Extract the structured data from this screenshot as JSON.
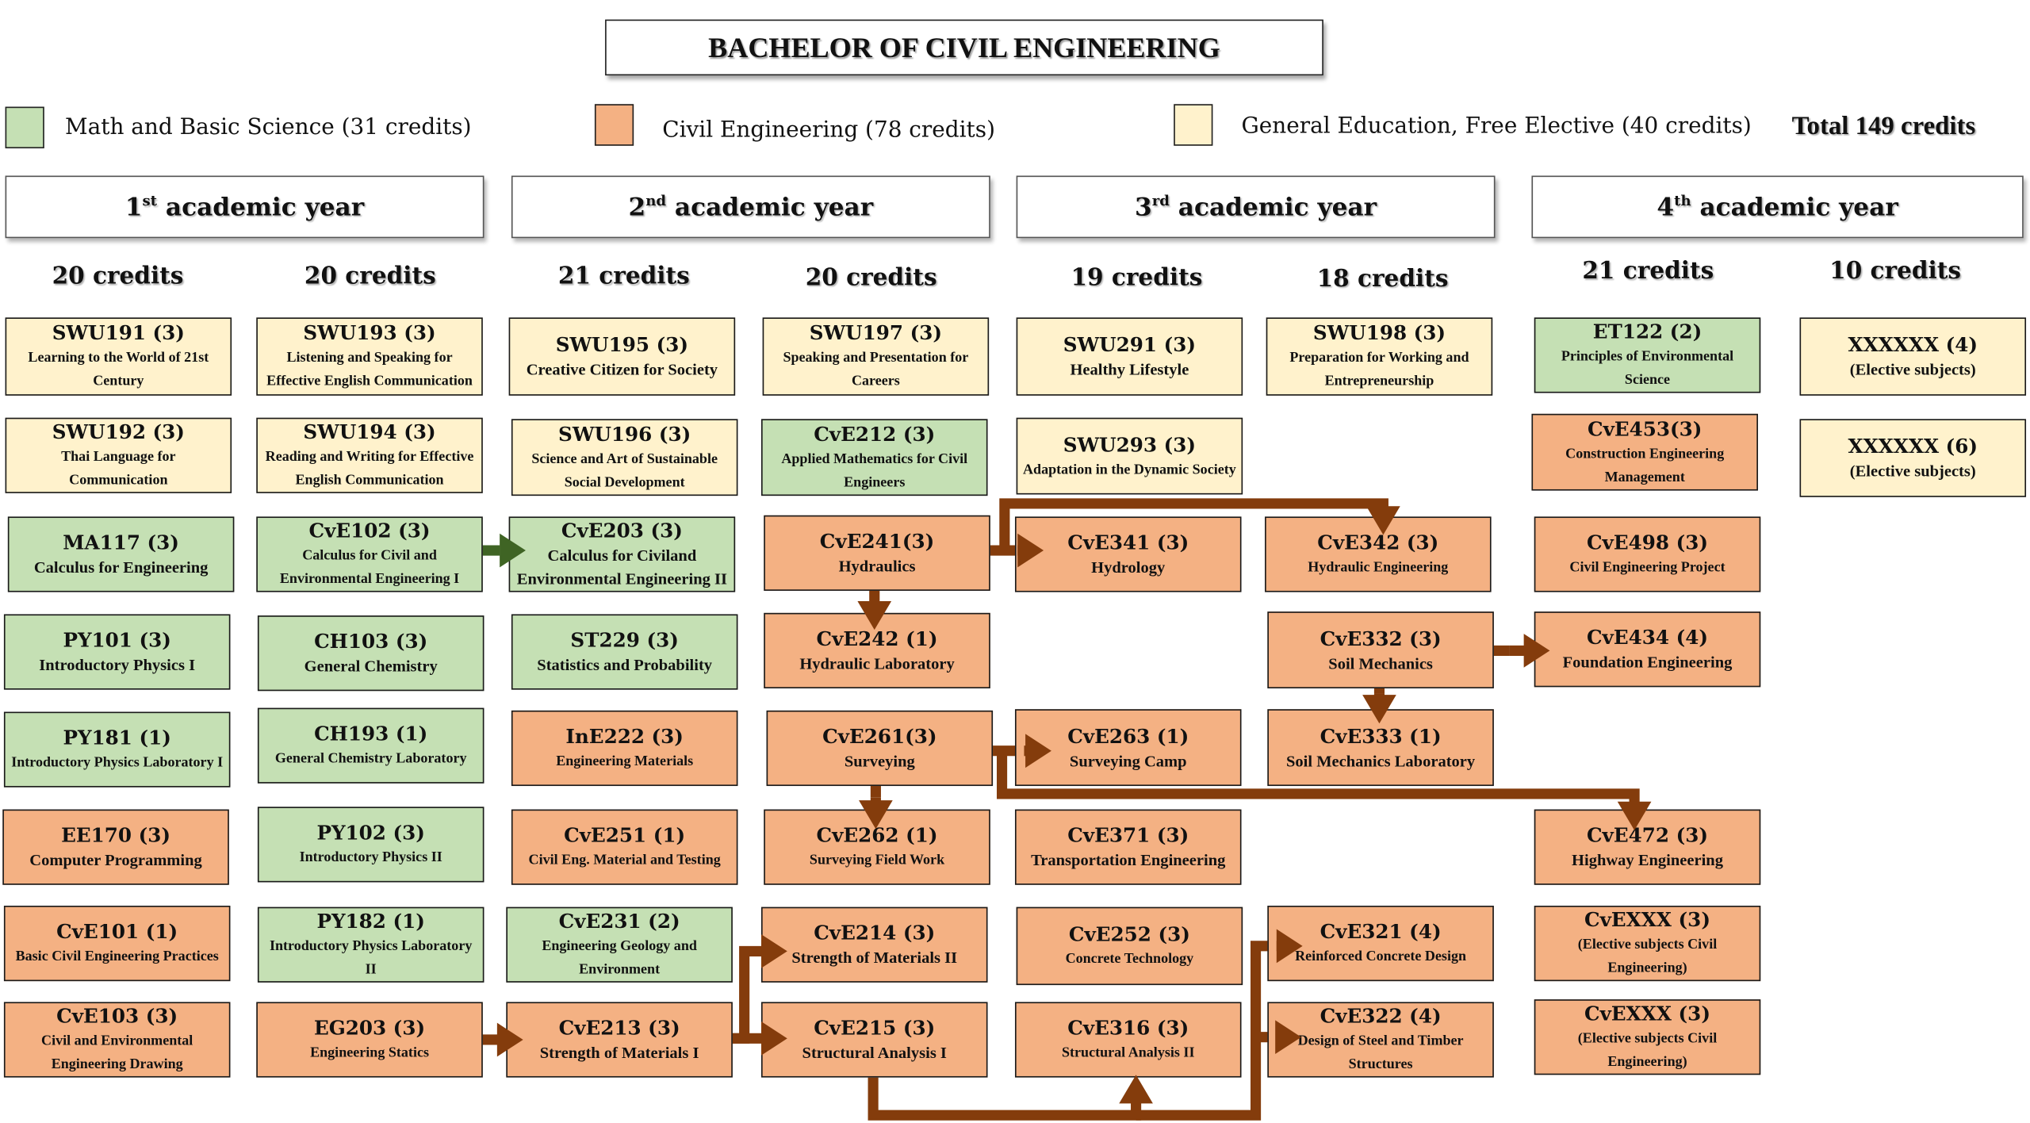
{
  "title": "BACHELOR OF CIVIL ENGINEERING",
  "legend": [
    {
      "category": "math",
      "label": "Math and Basic Science (31 credits)",
      "color": "#c5e0b4"
    },
    {
      "category": "civil",
      "label": "Civil Engineering (78 credits)",
      "color": "#f4b183"
    },
    {
      "category": "gen",
      "label": "General Education, Free Elective (40 credits)",
      "color": "#fff2cc"
    }
  ],
  "total": "Total 149 credits",
  "arrow_colors": {
    "green": "#3f6424",
    "brown": "#843c0c"
  },
  "years": [
    {
      "num": "1",
      "sup": "st",
      "label": "academic year"
    },
    {
      "num": "2",
      "sup": "nd",
      "label": "academic year"
    },
    {
      "num": "3",
      "sup": "rd",
      "label": "academic year"
    },
    {
      "num": "4",
      "sup": "th",
      "label": "academic year"
    }
  ],
  "semester_credits": [
    "20 credits",
    "20 credits",
    "21 credits",
    "20 credits",
    "19 credits",
    "18 credits",
    "21 credits",
    "10 credits"
  ],
  "courses": {
    "SWU191": {
      "code": "SWU191 (3)",
      "name": "Learning to the World of 21st Century",
      "cat": "gen"
    },
    "SWU192": {
      "code": "SWU192 (3)",
      "name": "Thai Language for Communication",
      "cat": "gen"
    },
    "MA117": {
      "code": "MA117 (3)",
      "name": "Calculus for Engineering",
      "cat": "math"
    },
    "PY101": {
      "code": "PY101 (3)",
      "name": "Introductory Physics I",
      "cat": "math"
    },
    "PY181": {
      "code": "PY181 (1)",
      "name": "Introductory Physics Laboratory I",
      "cat": "math"
    },
    "EE170": {
      "code": "EE170 (3)",
      "name": "Computer Programming",
      "cat": "civil"
    },
    "CvE101": {
      "code": "CvE101 (1)",
      "name": "Basic Civil Engineering Practices",
      "cat": "civil"
    },
    "CvE103": {
      "code": "CvE103 (3)",
      "name": "Civil and Environmental Engineering Drawing",
      "cat": "civil"
    },
    "SWU193": {
      "code": "SWU193 (3)",
      "name": "Listening and Speaking for Effective English Communication",
      "cat": "gen"
    },
    "SWU194": {
      "code": "SWU194 (3)",
      "name": "Reading and Writing for Effective English Communication",
      "cat": "gen"
    },
    "CvE102": {
      "code": "CvE102 (3)",
      "name": "Calculus for Civil and Environmental Engineering I",
      "cat": "math"
    },
    "CH103": {
      "code": "CH103 (3)",
      "name": "General Chemistry",
      "cat": "math"
    },
    "CH193": {
      "code": "CH193 (1)",
      "name": "General Chemistry Laboratory",
      "cat": "math"
    },
    "PY102": {
      "code": "PY102 (3)",
      "name": "Introductory Physics II",
      "cat": "math"
    },
    "PY182": {
      "code": "PY182 (1)",
      "name": "Introductory Physics Laboratory II",
      "cat": "math"
    },
    "EG203": {
      "code": "EG203 (3)",
      "name": "Engineering Statics",
      "cat": "civil"
    },
    "SWU195": {
      "code": "SWU195 (3)",
      "name": "Creative Citizen for Society",
      "cat": "gen"
    },
    "SWU196": {
      "code": "SWU196 (3)",
      "name": "Science and Art of Sustainable Social Development",
      "cat": "gen"
    },
    "CvE203": {
      "code": "CvE203 (3)",
      "name": "Calculus for Civiland Environmental Engineering II",
      "cat": "math"
    },
    "ST229": {
      "code": "ST229 (3)",
      "name": "Statistics and Probability",
      "cat": "math"
    },
    "InE222": {
      "code": "InE222 (3)",
      "name": "Engineering Materials",
      "cat": "civil"
    },
    "CvE251": {
      "code": "CvE251 (1)",
      "name": "Civil Eng. Material and Testing",
      "cat": "civil"
    },
    "CvE231": {
      "code": "CvE231 (2)",
      "name": "Engineering Geology and Environment",
      "cat": "math"
    },
    "CvE213": {
      "code": "CvE213 (3)",
      "name": "Strength of Materials I",
      "cat": "civil"
    },
    "SWU197": {
      "code": "SWU197 (3)",
      "name": "Speaking and Presentation for Careers",
      "cat": "gen"
    },
    "CvE212": {
      "code": "CvE212 (3)",
      "name": "Applied Mathematics for Civil Engineers",
      "cat": "math"
    },
    "CvE241": {
      "code": "CvE241(3)",
      "name": "Hydraulics",
      "cat": "civil"
    },
    "CvE242": {
      "code": "CvE242 (1)",
      "name": "Hydraulic Laboratory",
      "cat": "civil"
    },
    "CvE261": {
      "code": "CvE261(3)",
      "name": "Surveying",
      "cat": "civil"
    },
    "CvE262": {
      "code": "CvE262 (1)",
      "name": "Surveying Field Work",
      "cat": "civil"
    },
    "CvE214": {
      "code": "CvE214 (3)",
      "name": "Strength of Materials II",
      "cat": "civil"
    },
    "CvE215": {
      "code": "CvE215 (3)",
      "name": "Structural Analysis I",
      "cat": "civil"
    },
    "SWU291": {
      "code": "SWU291 (3)",
      "name": "Healthy Lifestyle",
      "cat": "gen"
    },
    "SWU293": {
      "code": "SWU293 (3)",
      "name": "Adaptation in the Dynamic Society",
      "cat": "gen"
    },
    "CvE341": {
      "code": "CvE341 (3)",
      "name": "Hydrology",
      "cat": "civil"
    },
    "CvE263": {
      "code": "CvE263 (1)",
      "name": "Surveying Camp",
      "cat": "civil"
    },
    "CvE371": {
      "code": "CvE371 (3)",
      "name": "Transportation Engineering",
      "cat": "civil"
    },
    "CvE252": {
      "code": "CvE252 (3)",
      "name": "Concrete Technology",
      "cat": "civil"
    },
    "CvE316": {
      "code": "CvE316 (3)",
      "name": "Structural Analysis II",
      "cat": "civil"
    },
    "SWU198": {
      "code": "SWU198 (3)",
      "name": "Preparation for Working and Entrepreneurship",
      "cat": "gen"
    },
    "CvE342": {
      "code": "CvE342 (3)",
      "name": "Hydraulic Engineering",
      "cat": "civil"
    },
    "CvE332": {
      "code": "CvE332 (3)",
      "name": "Soil Mechanics",
      "cat": "civil"
    },
    "CvE333": {
      "code": "CvE333 (1)",
      "name": "Soil Mechanics Laboratory",
      "cat": "civil"
    },
    "CvE321": {
      "code": "CvE321 (4)",
      "name": "Reinforced Concrete Design",
      "cat": "civil"
    },
    "CvE322": {
      "code": "CvE322 (4)",
      "name": "Design of Steel and Timber Structures",
      "cat": "civil"
    },
    "ET122": {
      "code": "ET122 (2)",
      "name": "Principles of Environmental Science",
      "cat": "math"
    },
    "CvE453": {
      "code": "CvE453(3)",
      "name": "Construction Engineering Management",
      "cat": "civil"
    },
    "CvE498": {
      "code": "CvE498 (3)",
      "name": "Civil Engineering Project",
      "cat": "civil"
    },
    "CvE434": {
      "code": "CvE434 (4)",
      "name": "Foundation Engineering",
      "cat": "civil"
    },
    "CvE472": {
      "code": "CvE472 (3)",
      "name": "Highway Engineering",
      "cat": "civil"
    },
    "CvEXXX_1": {
      "code": "CvEXXX (3)",
      "name": "(Elective subjects Civil Engineering)",
      "cat": "civil"
    },
    "CvEXXX_2": {
      "code": "CvEXXX (3)",
      "name": "(Elective subjects Civil Engineering)",
      "cat": "civil"
    },
    "XXXXXX_4": {
      "code": "XXXXXX (4)",
      "name": "(Elective subjects)",
      "cat": "gen"
    },
    "XXXXXX_6": {
      "code": "XXXXXX (6)",
      "name": "(Elective subjects)",
      "cat": "gen"
    }
  },
  "prerequisites": [
    {
      "from": "CvE102",
      "to": "CvE203",
      "color": "green"
    },
    {
      "from": "EG203",
      "to": "CvE213",
      "color": "brown"
    },
    {
      "from": "CvE213",
      "to": "CvE214",
      "color": "brown"
    },
    {
      "from": "CvE213",
      "to": "CvE215",
      "color": "brown"
    },
    {
      "from": "CvE241",
      "to": "CvE242",
      "color": "brown"
    },
    {
      "from": "CvE241",
      "to": "CvE341",
      "color": "brown"
    },
    {
      "from": "CvE241",
      "to": "CvE342",
      "color": "brown"
    },
    {
      "from": "CvE261",
      "to": "CvE262",
      "color": "brown"
    },
    {
      "from": "CvE261",
      "to": "CvE263",
      "color": "brown"
    },
    {
      "from": "CvE261",
      "to": "CvE472",
      "color": "brown"
    },
    {
      "from": "CvE215",
      "to": "CvE316",
      "color": "brown"
    },
    {
      "from": "CvE215",
      "to": "CvE321",
      "color": "brown"
    },
    {
      "from": "CvE215",
      "to": "CvE322",
      "color": "brown"
    },
    {
      "from": "CvE332",
      "to": "CvE333",
      "color": "brown"
    },
    {
      "from": "CvE332",
      "to": "CvE434",
      "color": "brown"
    }
  ]
}
